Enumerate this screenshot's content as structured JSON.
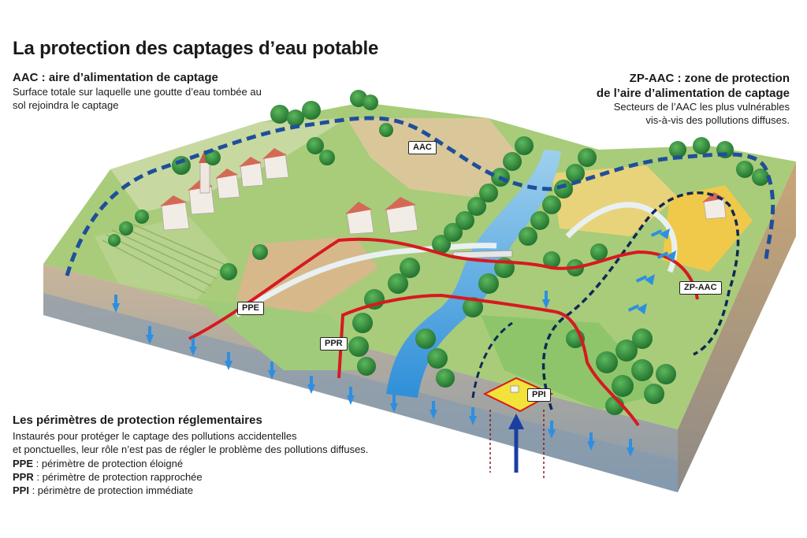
{
  "title": "La protection des captages d’eau potable",
  "aac": {
    "heading": "AAC : aire d’alimentation de captage",
    "description": "Surface totale sur laquelle une goutte d’eau tombée au sol rejoindra le captage"
  },
  "zp_aac": {
    "heading_line1": "ZP-AAC : zone de protection",
    "heading_line2": "de l’aire d’alimentation de captage",
    "description_line1": "Secteurs de l’AAC les plus vulnérables",
    "description_line2": "vis-à-vis des pollutions diffuses."
  },
  "perimetres": {
    "heading": "Les périmètres de protection réglementaires",
    "description_line1": "Instaurés pour protéger le captage des pollutions accidentelles",
    "description_line2": "et ponctuelles, leur rôle n’est pas de régler le problème des pollutions diffuses.",
    "legend": [
      {
        "abbr": "PPE",
        "text": " : périmètre de protection éloigné"
      },
      {
        "abbr": "PPR",
        "text": " : périmètre de protection rapprochée"
      },
      {
        "abbr": "PPI",
        "text": " : périmètre de protection immédiate"
      }
    ]
  },
  "map_labels": {
    "aac": "AAC",
    "ppe": "PPE",
    "ppr": "PPR",
    "ppi": "PPI",
    "zp_aac": "ZP-AAC"
  },
  "colors": {
    "aac_boundary": "#1f4f9a",
    "perimeter_line": "#d71920",
    "zp_boundary": "#0d2a55",
    "water": "#2f8fd8",
    "infiltration_arrow": "#2e8fe0",
    "forest": "#2c8a3a",
    "soil": "#cfa67a"
  }
}
